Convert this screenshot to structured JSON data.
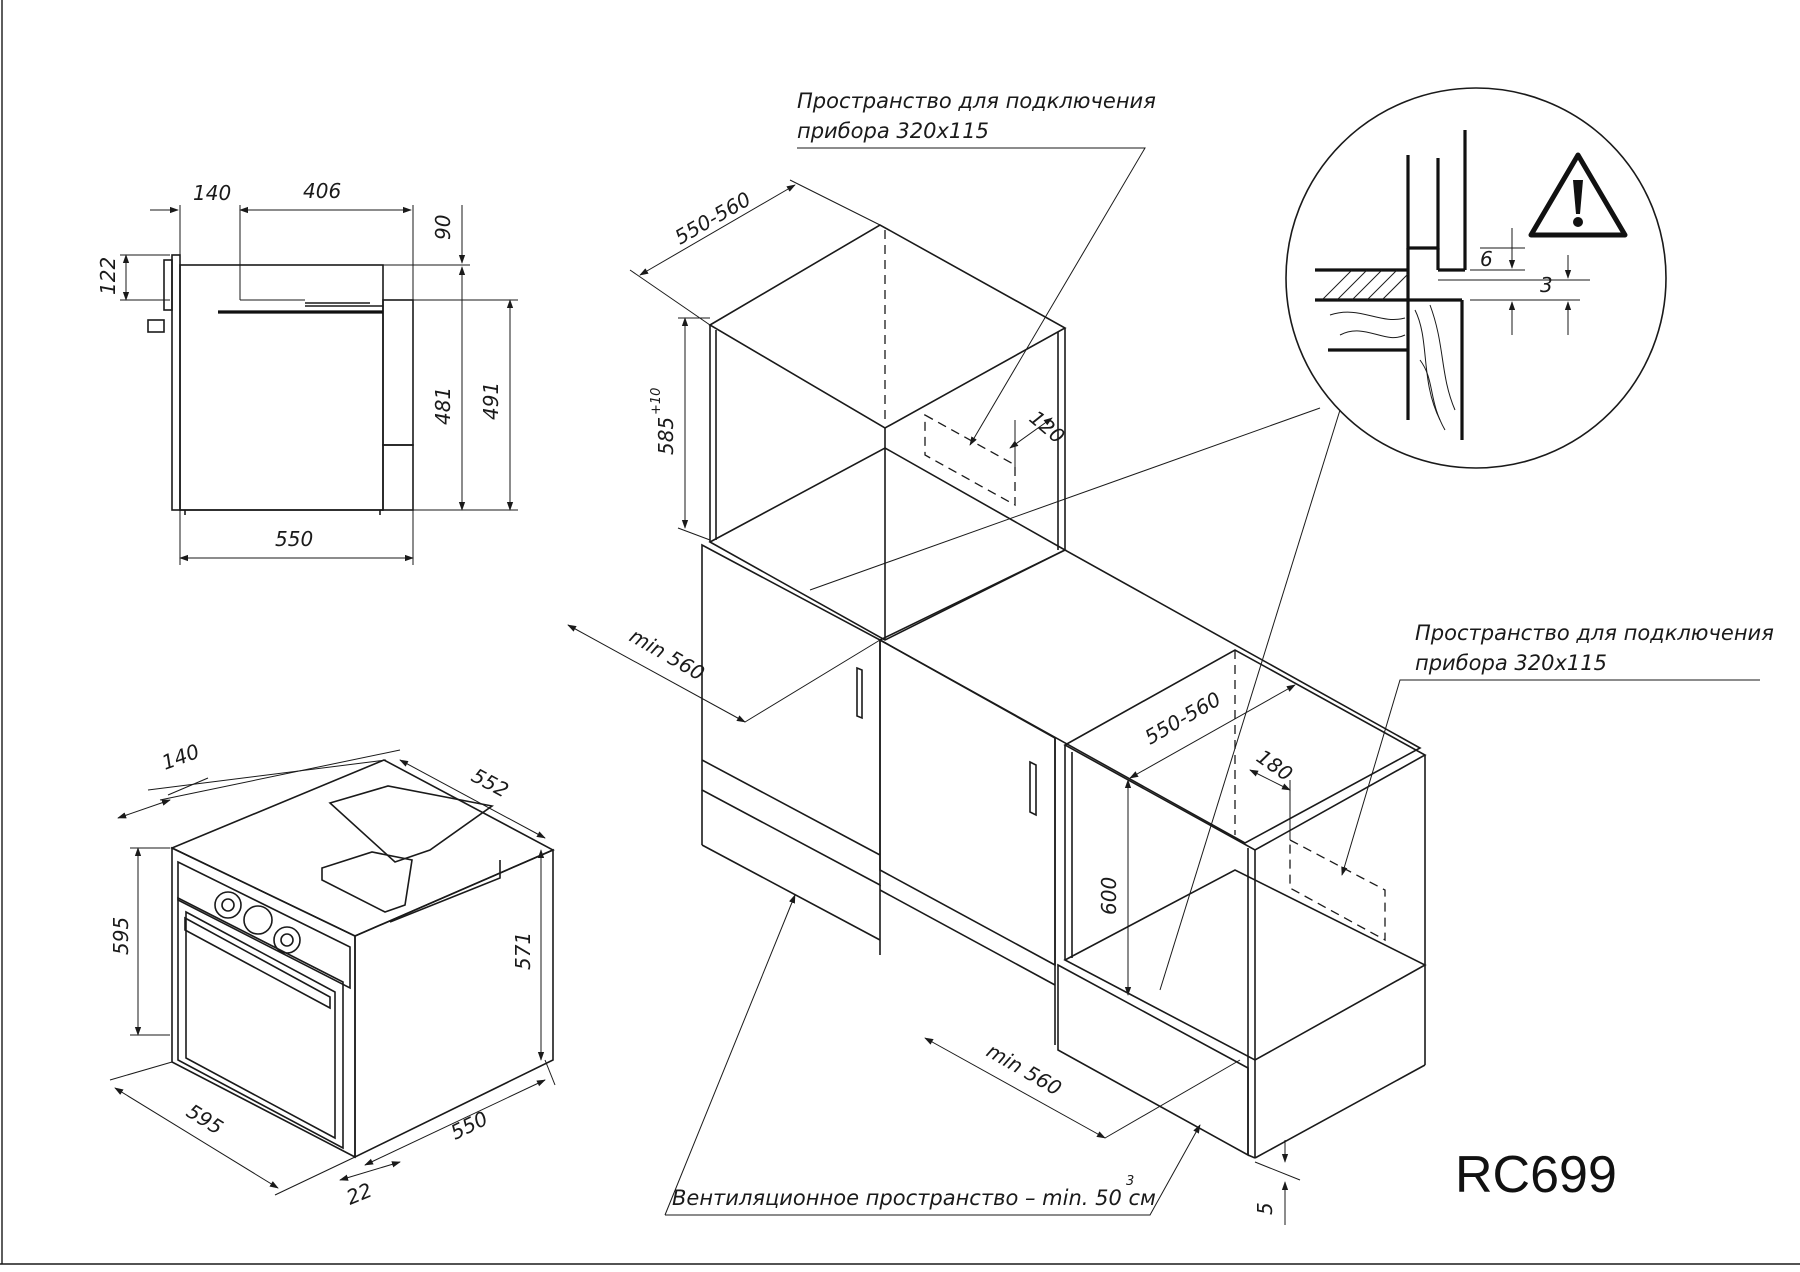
{
  "model": "RC699",
  "notes": {
    "connection_top_line1": "Пространство для подключения",
    "connection_top_line2": "прибора 320х115",
    "connection_right_line1": "Пространство для подключения",
    "connection_right_line2": "прибора 320х115",
    "ventilation": "Вентиляционное пространство – min. 50 см",
    "ventilation_sup": "3"
  },
  "side_view": {
    "top_140": "140",
    "top_406": "406",
    "d_90": "90",
    "d_122": "122",
    "d_481": "481",
    "d_491": "491",
    "bottom_550": "550"
  },
  "iso_oven": {
    "d_140": "140",
    "d_552": "552",
    "d_595_h": "595",
    "d_571": "571",
    "d_595_w": "595",
    "d_550": "550",
    "d_22": "22"
  },
  "cabinet_tall": {
    "d_550_560": "550-560",
    "d_585": "585",
    "d_585_tol": "+10",
    "d_120": "120",
    "d_min560": "min 560"
  },
  "cabinet_under": {
    "d_550_560": "550-560",
    "d_180": "180",
    "d_600": "600",
    "d_min560": "min 560",
    "d_5": "5"
  },
  "detail": {
    "d_6": "6",
    "d_3": "3",
    "warning_icon": "warning-triangle-icon"
  }
}
